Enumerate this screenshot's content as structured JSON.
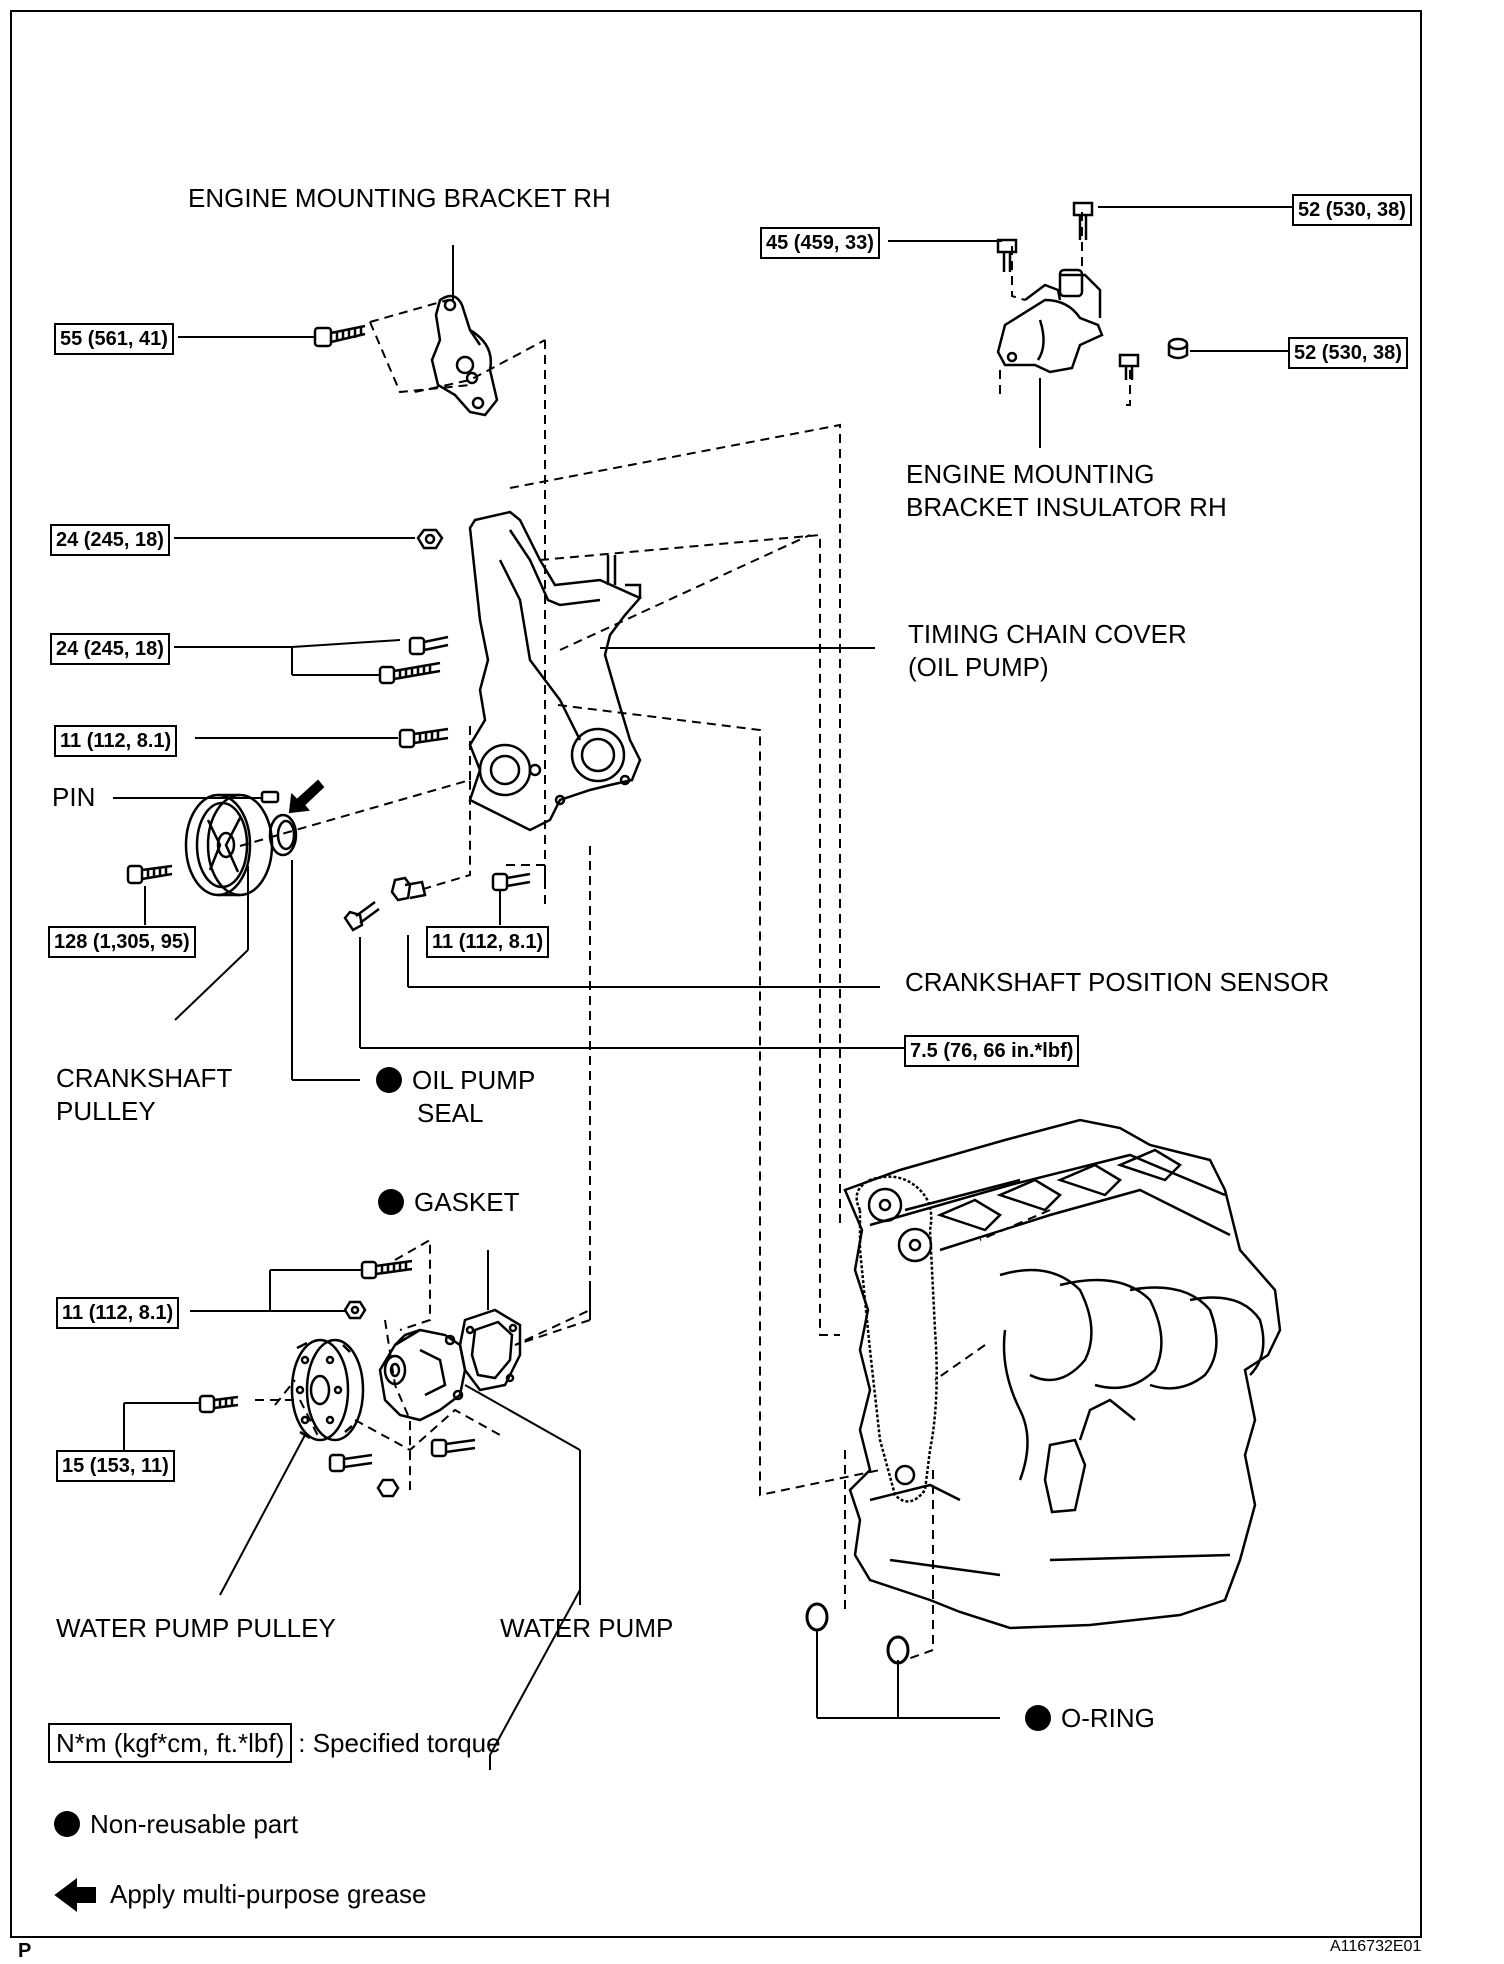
{
  "labels": {
    "engine_mounting_bracket_rh": "ENGINE MOUNTING BRACKET RH",
    "engine_mounting_bracket_insulator_line1": "ENGINE MOUNTING",
    "engine_mounting_bracket_insulator_line2": "BRACKET INSULATOR RH",
    "timing_chain_cover_line1": "TIMING CHAIN COVER",
    "timing_chain_cover_line2": "(OIL PUMP)",
    "pin": "PIN",
    "crankshaft_position_sensor": "CRANKSHAFT POSITION SENSOR",
    "crankshaft_pulley_line1": "CRANKSHAFT",
    "crankshaft_pulley_line2": "PULLEY",
    "oil_pump_seal_line1": "OIL PUMP",
    "oil_pump_seal_line2": "SEAL",
    "gasket": "GASKET",
    "water_pump_pulley": "WATER PUMP PULLEY",
    "water_pump": "WATER PUMP",
    "o_ring": "O-RING"
  },
  "torques": {
    "bracket_bolt": "55 (561, 41)",
    "insulator_bolt_top_left": "45 (459, 33)",
    "insulator_bolt_top_right": "52 (530, 38)",
    "insulator_nut": "52 (530, 38)",
    "cover_nut": "24 (245, 18)",
    "cover_bolts": "24 (245, 18)",
    "cover_bolt_lower": "11 (112, 8.1)",
    "crank_pulley_bolt": "128 (1,305, 95)",
    "cover_bottom_bolt": "11 (112, 8.1)",
    "sensor_bolt": "7.5 (76, 66 in.*lbf)",
    "water_pump_bolts": "11 (112, 8.1)",
    "water_pump_pulley_bolt": "15 (153, 11)"
  },
  "legend": {
    "torque_key": "N*m (kgf*cm, ft.*lbf)",
    "torque_desc": ": Specified torque",
    "non_reusable": "Non-reusable part",
    "grease": "Apply multi-purpose grease"
  },
  "footer": {
    "page_mark": "P",
    "figure_id": "A116732E01"
  },
  "icons": [
    "non-reusable-dot-icon",
    "grease-arrow-icon",
    "bolt-icon",
    "nut-icon",
    "o-ring-icon"
  ]
}
